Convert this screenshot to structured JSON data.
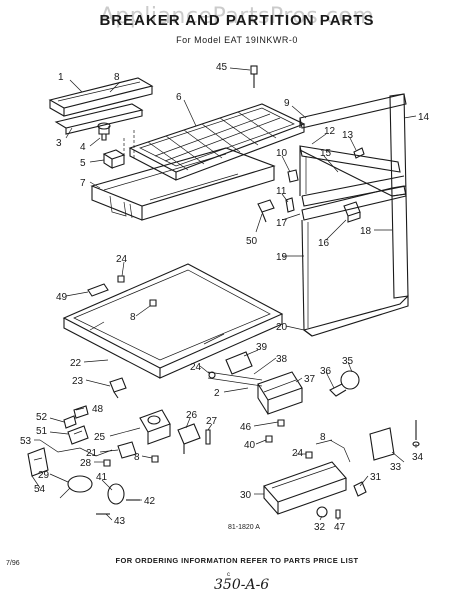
{
  "watermark": "AppliancePartsPros.com",
  "title": "BREAKER AND PARTITION PARTS",
  "model_line": "For Model EAT 19INKWR-0",
  "figure_number": "81-1820 A",
  "ordering_note": "FOR ORDERING INFORMATION REFER TO PARTS PRICE LIST",
  "date_code": "7/96",
  "dot": "c",
  "handwritten_code": "350-A-6",
  "callouts": [
    "1",
    "8",
    "3",
    "4",
    "5",
    "7",
    "6",
    "45",
    "9",
    "14",
    "13",
    "12",
    "10",
    "11",
    "15",
    "17",
    "16",
    "18",
    "19",
    "20",
    "50",
    "24",
    "49",
    "8",
    "22",
    "23",
    "39",
    "38",
    "37",
    "36",
    "35",
    "24",
    "2",
    "48",
    "52",
    "51",
    "25",
    "53",
    "21",
    "28",
    "26",
    "27",
    "46",
    "40",
    "8",
    "29",
    "41",
    "42",
    "43",
    "54",
    "8",
    "24",
    "34",
    "33",
    "31",
    "30",
    "32",
    "47"
  ]
}
